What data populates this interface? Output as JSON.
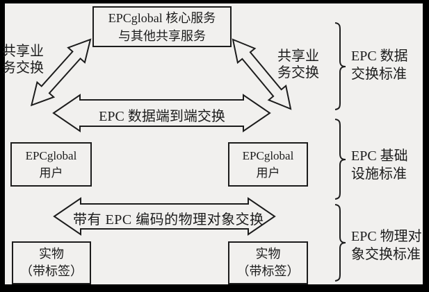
{
  "boxes": {
    "core": {
      "line1": "EPCglobal 核心服务",
      "line2": "与其他共享服务"
    },
    "user_left": {
      "line1": "EPCglobal",
      "line2": "用户"
    },
    "user_right": {
      "line1": "EPCglobal",
      "line2": "用户"
    },
    "item_left": {
      "line1": "实物",
      "line2": "（带标签）"
    },
    "item_right": {
      "line1": "实物",
      "line2": "（带标签）"
    }
  },
  "arrow_labels": {
    "share_left": {
      "line1": "共享业",
      "line2": "务交换"
    },
    "share_right": {
      "line1": "共享业",
      "line2": "务交换"
    },
    "data_exchange": "EPC 数据端到端交换",
    "object_exchange": "带有 EPC 编码的物理对象交换"
  },
  "brace_labels": {
    "data_standard": {
      "line1": "EPC 数据",
      "line2": "交换标准"
    },
    "infra_standard": {
      "line1": "EPC 基础",
      "line2": "设施标准"
    },
    "physical_standard": {
      "line1": "EPC 物理对",
      "line2": "象交换标准"
    }
  },
  "colors": {
    "background": "#f1f0ee",
    "line": "#1c1c1c",
    "frame": "#000000"
  }
}
